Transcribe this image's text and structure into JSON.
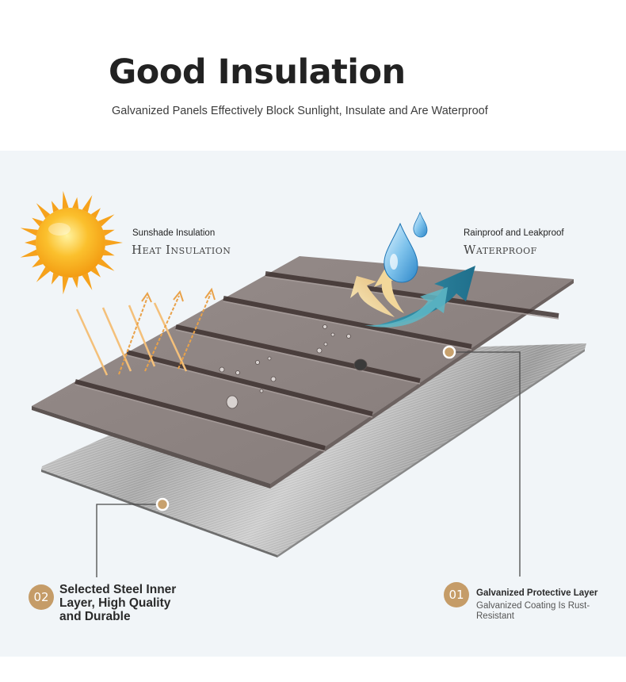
{
  "header": {
    "title": "Good Insulation",
    "subtitle": "Galvanized Panels Effectively Block Sunlight, Insulate and Are Waterproof"
  },
  "callouts": {
    "sun": {
      "small": "Sunshade Insulation",
      "big": "Heat Insulation"
    },
    "rain": {
      "small": "Rainproof and Leakproof",
      "big": "Waterproof"
    }
  },
  "features": [
    {
      "number": "01",
      "title": "Galvanized Protective Layer",
      "desc": "Galvanized Coating Is Rust-Resistant"
    },
    {
      "number": "02",
      "title": "Selected Steel Inner Layer, High Quality and Durable"
    }
  ],
  "colors": {
    "accent": "#c59c68",
    "panel_bg": "#f1f5f8",
    "coating": "#8e8482",
    "steel": "#b9b9b9"
  },
  "icons": [
    "sun-icon",
    "water-drop-icon",
    "airflow-arrows-icon",
    "reflected-ray-arrows-icon"
  ]
}
